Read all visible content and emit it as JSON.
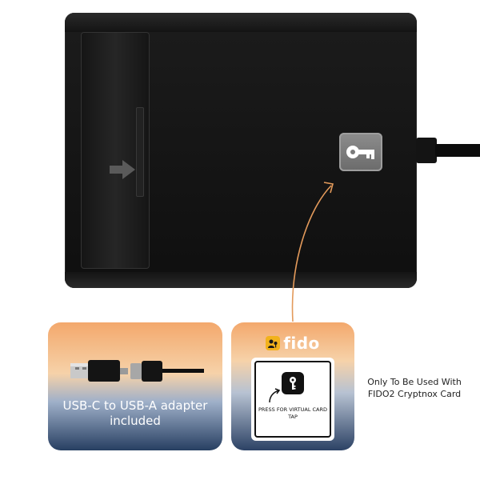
{
  "device": {
    "name": "smart card reader",
    "icons": {
      "slot_arrow": "arrow-right-icon",
      "key_button": "key-icon"
    }
  },
  "cards": {
    "adapter": {
      "caption": "USB-C to USB-A adapter included"
    },
    "fido": {
      "brand": "fido",
      "virtual_card_label": "PRESS FOR VIRTUAL CARD TAP"
    }
  },
  "note": "Only To Be Used With FIDO2 Cryptnox Card",
  "colors": {
    "card_top": "#f3a86c",
    "card_bottom": "#273f62",
    "fido_logo": "#f2b21c",
    "pointer_line": "#e39a5b"
  }
}
